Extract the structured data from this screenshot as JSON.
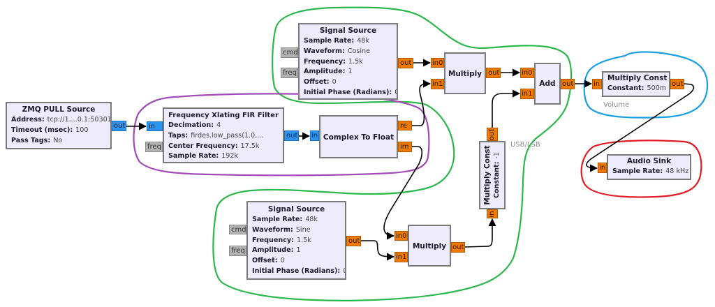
{
  "colors": {
    "block_fill": "#eeebfc",
    "block_border": "#7b7b7b",
    "port_complex": "#2d95ef",
    "port_float": "#f07a00",
    "port_message": "#b3b3b3",
    "connection": "#000000",
    "outline_green": "#2db84d",
    "outline_purple": "#a24ab5",
    "outline_blue": "#1a9fe0",
    "outline_red": "#e01b24"
  },
  "blocks": {
    "zmq_pull_source": {
      "title": "ZMQ PULL Source",
      "params": [
        {
          "label": "Address:",
          "value": "tcp://1....0.1:50301"
        },
        {
          "label": "Timeout (msec):",
          "value": "100"
        },
        {
          "label": "Pass Tags:",
          "value": "No"
        }
      ],
      "ports": {
        "out": "out"
      }
    },
    "freq_xlating_fir": {
      "title": "Frequency Xlating FIR Filter",
      "params": [
        {
          "label": "Decimation:",
          "value": "4"
        },
        {
          "label": "Taps:",
          "value": "firdes.low_pass(1.0,..."
        },
        {
          "label": "Center Frequency:",
          "value": "17.5k"
        },
        {
          "label": "Sample Rate:",
          "value": "192k"
        }
      ],
      "ports": {
        "in": "in",
        "freq": "freq",
        "out": "out"
      }
    },
    "complex_to_float": {
      "title": "Complex To Float",
      "ports": {
        "in": "in",
        "re": "re",
        "im": "im"
      }
    },
    "signal_source_top": {
      "title": "Signal Source",
      "params": [
        {
          "label": "Sample Rate:",
          "value": "48k"
        },
        {
          "label": "Waveform:",
          "value": "Cosine"
        },
        {
          "label": "Frequency:",
          "value": "1.5k"
        },
        {
          "label": "Amplitude:",
          "value": "1"
        },
        {
          "label": "Offset:",
          "value": "0"
        },
        {
          "label": "Initial Phase (Radians):",
          "value": "0"
        }
      ],
      "ports": {
        "cmd": "cmd",
        "freq": "freq",
        "out": "out"
      }
    },
    "multiply_top": {
      "title": "Multiply",
      "ports": {
        "in0": "in0",
        "in1": "in1",
        "out": "out"
      }
    },
    "add": {
      "title": "Add",
      "ports": {
        "in0": "in0",
        "in1": "in1",
        "out": "out"
      }
    },
    "multiply_const_volume": {
      "title": "Multiply Const",
      "params": [
        {
          "label": "Constant:",
          "value": "500m"
        }
      ],
      "ports": {
        "in": "in",
        "out": "out"
      },
      "comment": "Volume"
    },
    "audio_sink": {
      "title": "Audio Sink",
      "params": [
        {
          "label": "Sample Rate:",
          "value": "48 kHz"
        }
      ],
      "ports": {
        "in": "in"
      }
    },
    "multiply_const_usb_lsb": {
      "title": "Multiply Const",
      "params": [
        {
          "label": "Constant:",
          "value": "-1"
        }
      ],
      "ports": {
        "in": "in",
        "out": "out"
      },
      "comment": "USB/LSB"
    },
    "signal_source_bottom": {
      "title": "Signal Source",
      "params": [
        {
          "label": "Sample Rate:",
          "value": "48k"
        },
        {
          "label": "Waveform:",
          "value": "Sine"
        },
        {
          "label": "Frequency:",
          "value": "1.5k"
        },
        {
          "label": "Amplitude:",
          "value": "1"
        },
        {
          "label": "Offset:",
          "value": "0"
        },
        {
          "label": "Initial Phase (Radians):",
          "value": "0"
        }
      ],
      "ports": {
        "cmd": "cmd",
        "freq": "freq",
        "out": "out"
      }
    },
    "multiply_bottom": {
      "title": "Multiply",
      "ports": {
        "in0": "in0",
        "in1": "in1",
        "out": "out"
      }
    }
  }
}
